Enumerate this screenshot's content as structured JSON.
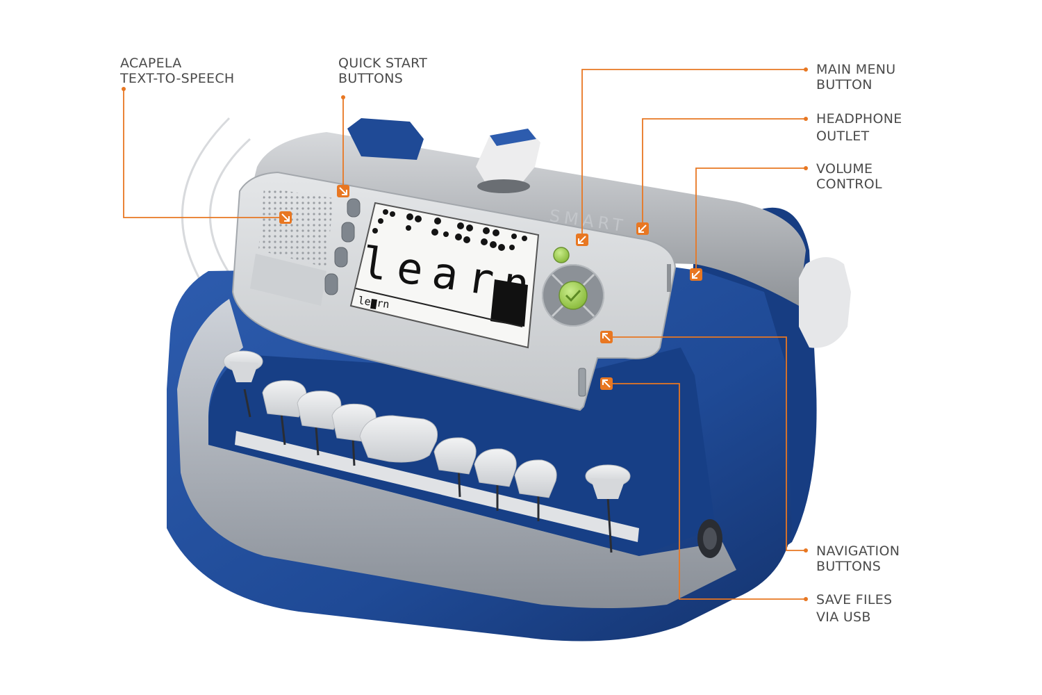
{
  "callouts": {
    "tts": [
      "ACAPELA",
      "TEXT-TO-SPEECH"
    ],
    "quick_start": [
      "QUICK START",
      "BUTTONS"
    ],
    "main_menu": [
      "MAIN MENU",
      "BUTTON"
    ],
    "headphone": [
      "HEADPHONE",
      "OUTLET"
    ],
    "volume": [
      "VOLUME",
      "CONTROL"
    ],
    "navigation": [
      "NAVIGATION",
      "BUTTONS"
    ],
    "usb": [
      "SAVE FILES",
      "VIA USB"
    ]
  },
  "device": {
    "brand": "SMART",
    "display_large_text": "learn",
    "display_status_text": "learn"
  },
  "colors": {
    "accent": "#e87722",
    "body_blue": "#1f4a96",
    "chassis_silver": "#b9bcc0",
    "panel_gray": "#d4d7da",
    "ok_green": "#9ccc4a"
  }
}
